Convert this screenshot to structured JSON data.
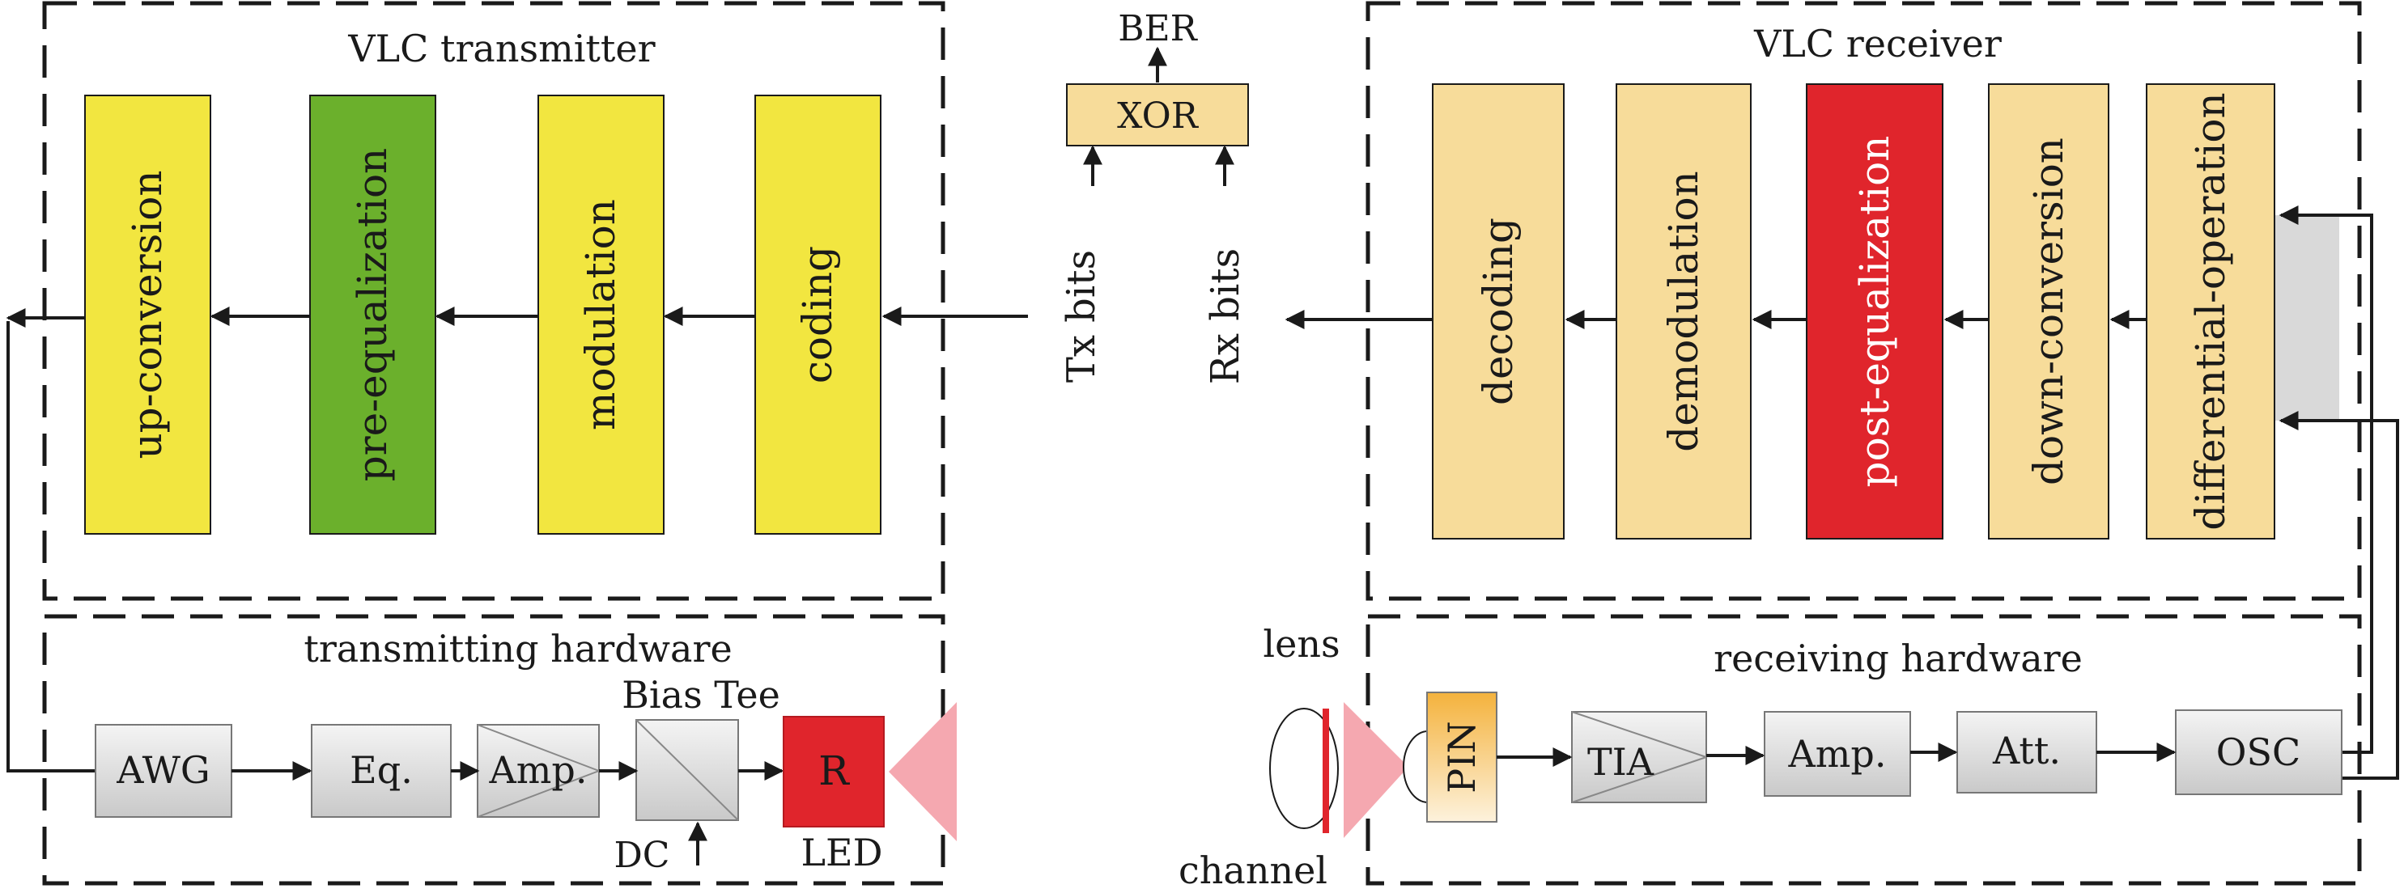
{
  "transmitter": {
    "title": "VLC transmitter",
    "blocks": [
      {
        "id": "up-conversion",
        "label": "up-conversion",
        "color": "#f2e640"
      },
      {
        "id": "pre-equalization",
        "label": "pre-equalization",
        "color": "#6bb02c"
      },
      {
        "id": "modulation",
        "label": "modulation",
        "color": "#f2e640"
      },
      {
        "id": "coding",
        "label": "coding",
        "color": "#f2e640"
      }
    ]
  },
  "ber": {
    "title": "BER",
    "xor_label": "XOR",
    "tx_bits": "Tx bits",
    "rx_bits": "Rx bits",
    "color": "#f7dc9a"
  },
  "receiver": {
    "title": "VLC receiver",
    "blocks": [
      {
        "id": "decoding",
        "label": "decoding",
        "color": "#f7dc9a"
      },
      {
        "id": "demodulation",
        "label": "demodulation",
        "color": "#f7dc9a"
      },
      {
        "id": "post-equalization",
        "label": "post-equalization",
        "color": "#e0252c"
      },
      {
        "id": "down-conversion",
        "label": "down-conversion",
        "color": "#f7dc9a"
      },
      {
        "id": "differential-operation",
        "label": "differential-operation",
        "color": "#f7dc9a"
      }
    ]
  },
  "tx_hardware": {
    "title": "transmitting hardware",
    "awg": "AWG",
    "eq": "Eq.",
    "amp": "Amp.",
    "bias_tee": "Bias Tee",
    "dc": "DC",
    "led_letter": "R",
    "led_label": "LED",
    "led_color": "#e0252c"
  },
  "channel": {
    "lens": "lens",
    "channel": "channel",
    "beam_color": "#f5a8b0"
  },
  "rx_hardware": {
    "title": "receiving hardware",
    "pin": "PIN",
    "tia": "TIA",
    "amp": "Amp.",
    "att": "Att.",
    "osc": "OSC",
    "pin_color": "#f4b23c"
  }
}
